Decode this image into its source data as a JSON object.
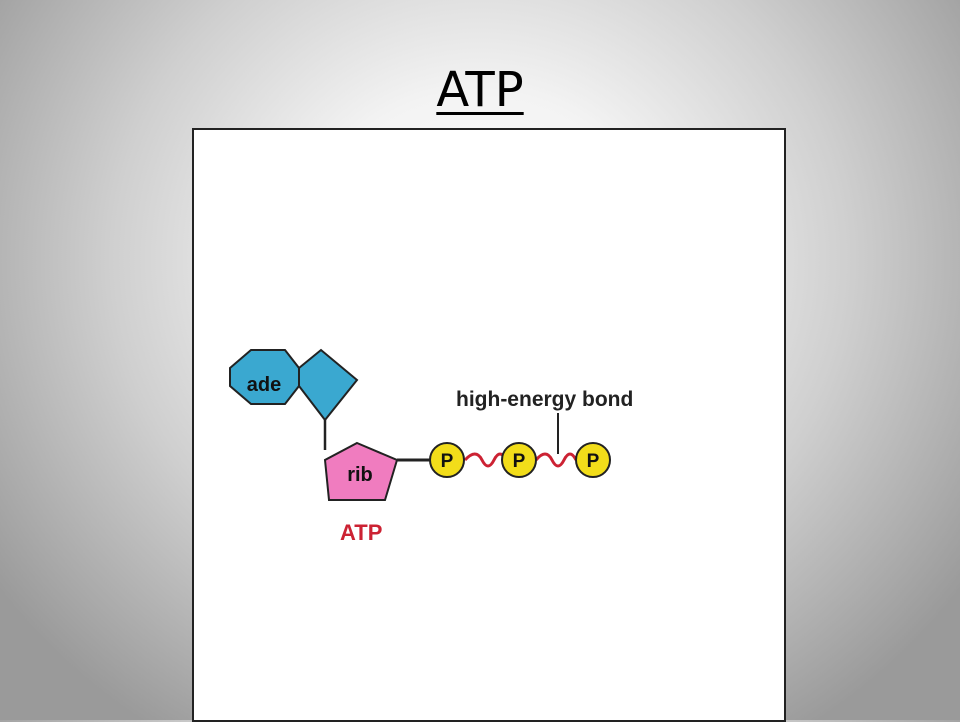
{
  "slide": {
    "title": "ATP"
  },
  "diagram": {
    "adenine_label": "ade",
    "ribose_label": "rib",
    "phosphate_label": "P",
    "bond_annotation": "high-energy bond",
    "molecule_label": "ATP",
    "colors": {
      "adenine": "#3aa8d0",
      "ribose": "#f07cbf",
      "phosphate": "#f2dd1a",
      "high_energy_bond": "#cc2233",
      "molecule_label": "#cc2233"
    }
  }
}
